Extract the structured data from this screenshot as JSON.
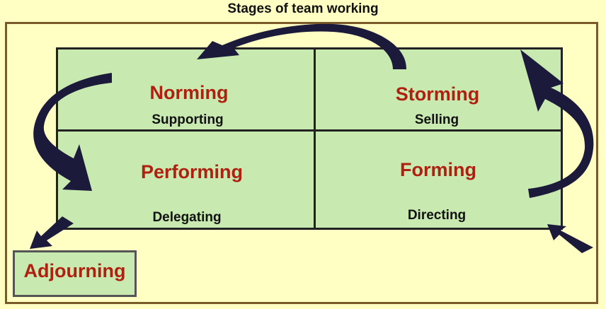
{
  "title": "Stages of team working",
  "stages": {
    "norming": {
      "name": "Norming",
      "style": "Supporting"
    },
    "storming": {
      "name": "Storming",
      "style": "Selling"
    },
    "performing": {
      "name": "Performing",
      "style": "Delegating"
    },
    "forming": {
      "name": "Forming",
      "style": "Directing"
    },
    "adjourning": {
      "name": "Adjourning"
    }
  },
  "colors": {
    "stage_text": "#b02010",
    "cell_fill": "#c8eab0",
    "background": "#ffffc4",
    "arrow": "#1c1a3a"
  },
  "flow": [
    "Forming",
    "Storming",
    "Norming",
    "Performing",
    "Adjourning"
  ]
}
